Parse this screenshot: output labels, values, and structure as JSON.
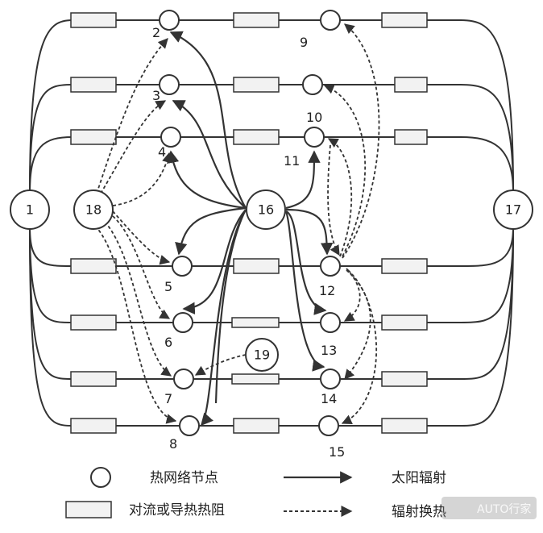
{
  "diagram": {
    "big_nodes": [
      "1",
      "16",
      "17",
      "18",
      "19"
    ],
    "node_labels": {
      "n2": "2",
      "n3": "3",
      "n4": "4",
      "n5": "5",
      "n6": "6",
      "n7": "7",
      "n8": "8",
      "n9": "9",
      "n10": "10",
      "n11": "11",
      "n12": "12",
      "n13": "13",
      "n14": "14",
      "n15": "15"
    },
    "legend": {
      "node": "热网络节点",
      "resistor": "对流或导热热阻",
      "solar": "太阳辐射",
      "radiation": "辐射换热"
    },
    "watermark": "AUTO行家",
    "colors": {
      "line": "#333333",
      "fill": "#ffffff",
      "box_fill": "#f2f2f2"
    }
  }
}
